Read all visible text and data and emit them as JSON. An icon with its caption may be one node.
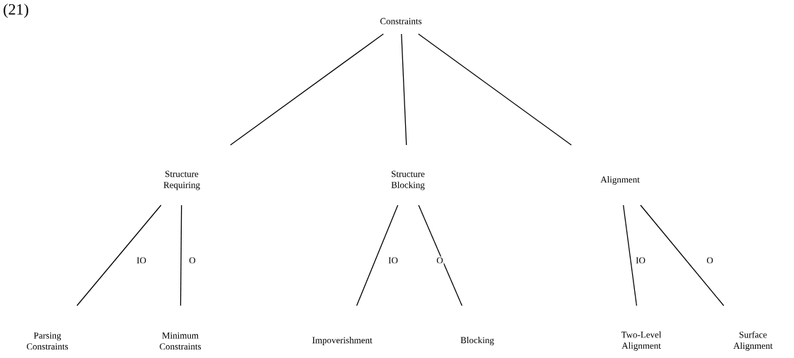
{
  "diagram": {
    "nodes": [
      {
        "text": [
          "Constraints"
        ]
      },
      {
        "text": [
          "Structure Requiring"
        ]
      },
      {
        "text": [
          "Structure Blocking"
        ]
      },
      {
        "text": [
          "Alignment"
        ]
      },
      {
        "text": [
          "Parsing Constraints"
        ]
      },
      {
        "text": [
          "Minimum Constraints"
        ]
      },
      {
        "text": [
          "Impoverishment"
        ]
      },
      {
        "text": [
          "Blocking"
        ]
      },
      {
        "text": [
          "Two-Level Alignment"
        ]
      },
      {
        "text": [
          "Surface Alignment"
        ]
      }
    ],
    "edges": [
      {
        "from": 0,
        "to": 1,
        "arrow": "none"
      },
      {
        "from": 0,
        "to": 2,
        "arrow": "none"
      },
      {
        "from": 0,
        "to": 3,
        "arrow": "none"
      },
      {
        "from": 1,
        "to": 4,
        "arrow": "none",
        "label": "IO"
      },
      {
        "from": 1,
        "to": 5,
        "arrow": "none",
        "label": "O"
      },
      {
        "from": 2,
        "to": 6,
        "arrow": "none",
        "label": "IO"
      },
      {
        "from": 2,
        "to": 7,
        "arrow": "none",
        "label": "O"
      },
      {
        "from": 3,
        "to": 8,
        "arrow": "none",
        "label": "IO"
      },
      {
        "from": 3,
        "to": 9,
        "arrow": "none",
        "label": "O"
      }
    ],
    "labels": [
      "(21)"
    ]
  }
}
